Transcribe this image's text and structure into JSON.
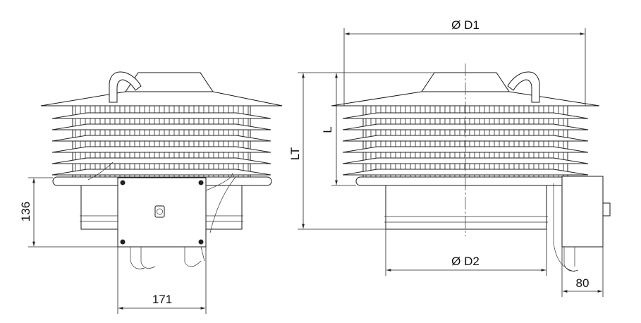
{
  "drawing": {
    "left_view": {
      "dim_height_label": "136",
      "dim_width_label": "171"
    },
    "right_view": {
      "dim_d1_label": "Ø D1",
      "dim_l_label": "L",
      "dim_lt_label": "LT",
      "dim_d2_label": "Ø D2",
      "dim_box_depth_label": "80"
    }
  }
}
